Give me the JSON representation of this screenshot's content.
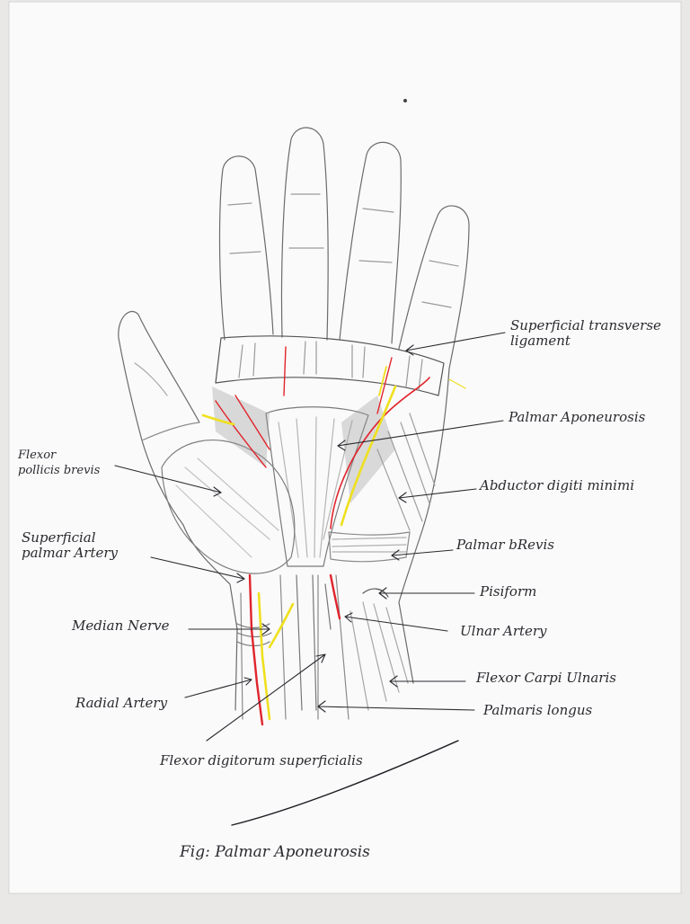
{
  "labels": {
    "superficial_transverse_ligament": [
      "Superficial transverse",
      "ligament"
    ],
    "palmar_aponeurosis": "Palmar Aponeurosis",
    "abductor_digiti_minimi": "Abductor digiti minimi",
    "flexor_pollicis_brevis": [
      "Flexor",
      "pollicis brevis"
    ],
    "palmar_brevis": "Palmar bRevis",
    "superficial_palmar_artery": [
      "Superficial",
      "palmar Artery"
    ],
    "pisiform": "Pisiform",
    "median_nerve": "Median Nerve",
    "ulnar_artery": "Ulnar Artery",
    "flexor_carpi_ulnaris": "Flexor Carpi Ulnaris",
    "radial_artery": "Radial Artery",
    "palmaris_longus": "Palmaris longus",
    "flexor_digitorum_superficialis": "Flexor digitorum superficialis"
  },
  "caption": "Fig: Palmar Aponeurosis",
  "colors": {
    "paper": "#fafafa",
    "pencil": "#6b6b6b",
    "ink": "#2a2a30",
    "artery": "#e0242c",
    "nerve": "#efe01e"
  }
}
